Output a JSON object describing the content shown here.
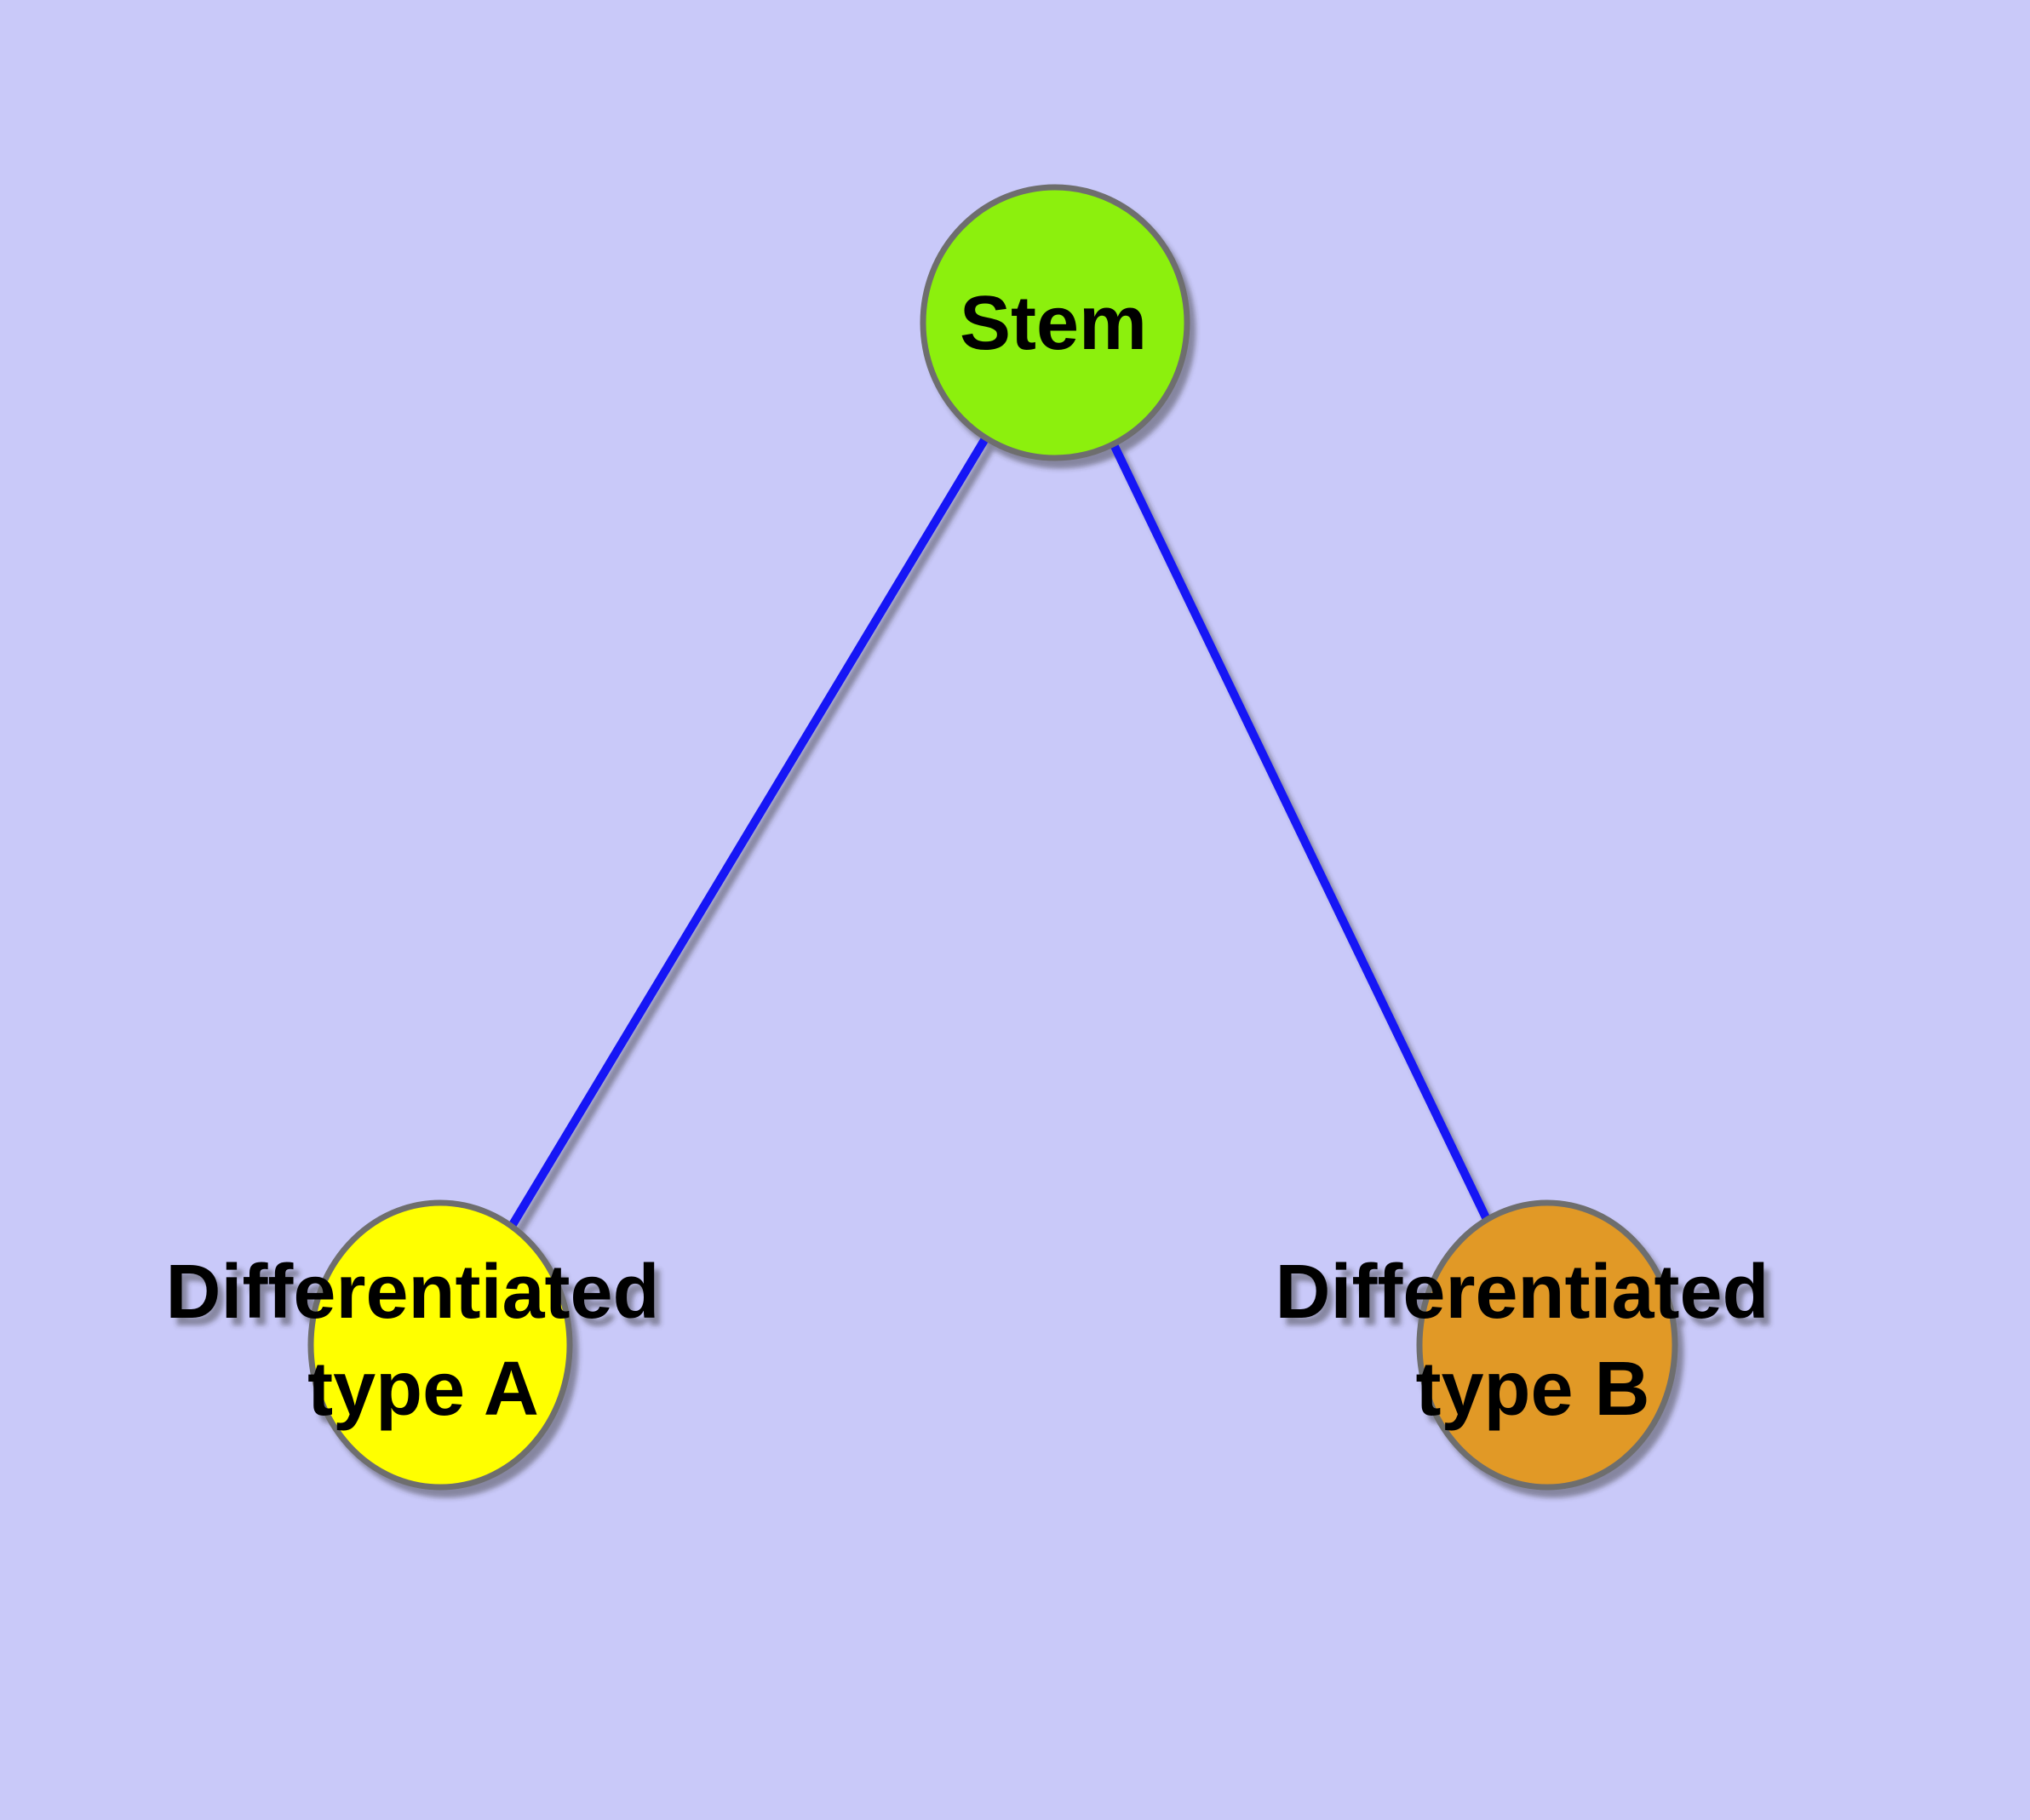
{
  "diagram": {
    "type": "graph",
    "description": "Stem cell differentiation diagram: one stem node branching to two differentiated cell type nodes",
    "colors": {
      "background": "#C9C9F9",
      "edge": "#1212F5",
      "node_border": "#6E6E6E",
      "label_text": "#000000",
      "stem_fill": "#8CF00A",
      "type_a_fill": "#FFFF00",
      "type_b_fill": "#E19928"
    },
    "nodes": {
      "stem": {
        "label": "Stem",
        "fill": "#8CF00A"
      },
      "type_a": {
        "label": "Differentiated type A",
        "label_line1": "Differentiated",
        "label_line2": "type A",
        "fill": "#FFFF00"
      },
      "type_b": {
        "label": "Differentiated type B",
        "label_line1": "Differentiated",
        "label_line2": "type B",
        "fill": "#E19928"
      }
    },
    "edges": [
      {
        "from": "Stem",
        "to": "Differentiated type A"
      },
      {
        "from": "Stem",
        "to": "Differentiated type B"
      }
    ]
  }
}
